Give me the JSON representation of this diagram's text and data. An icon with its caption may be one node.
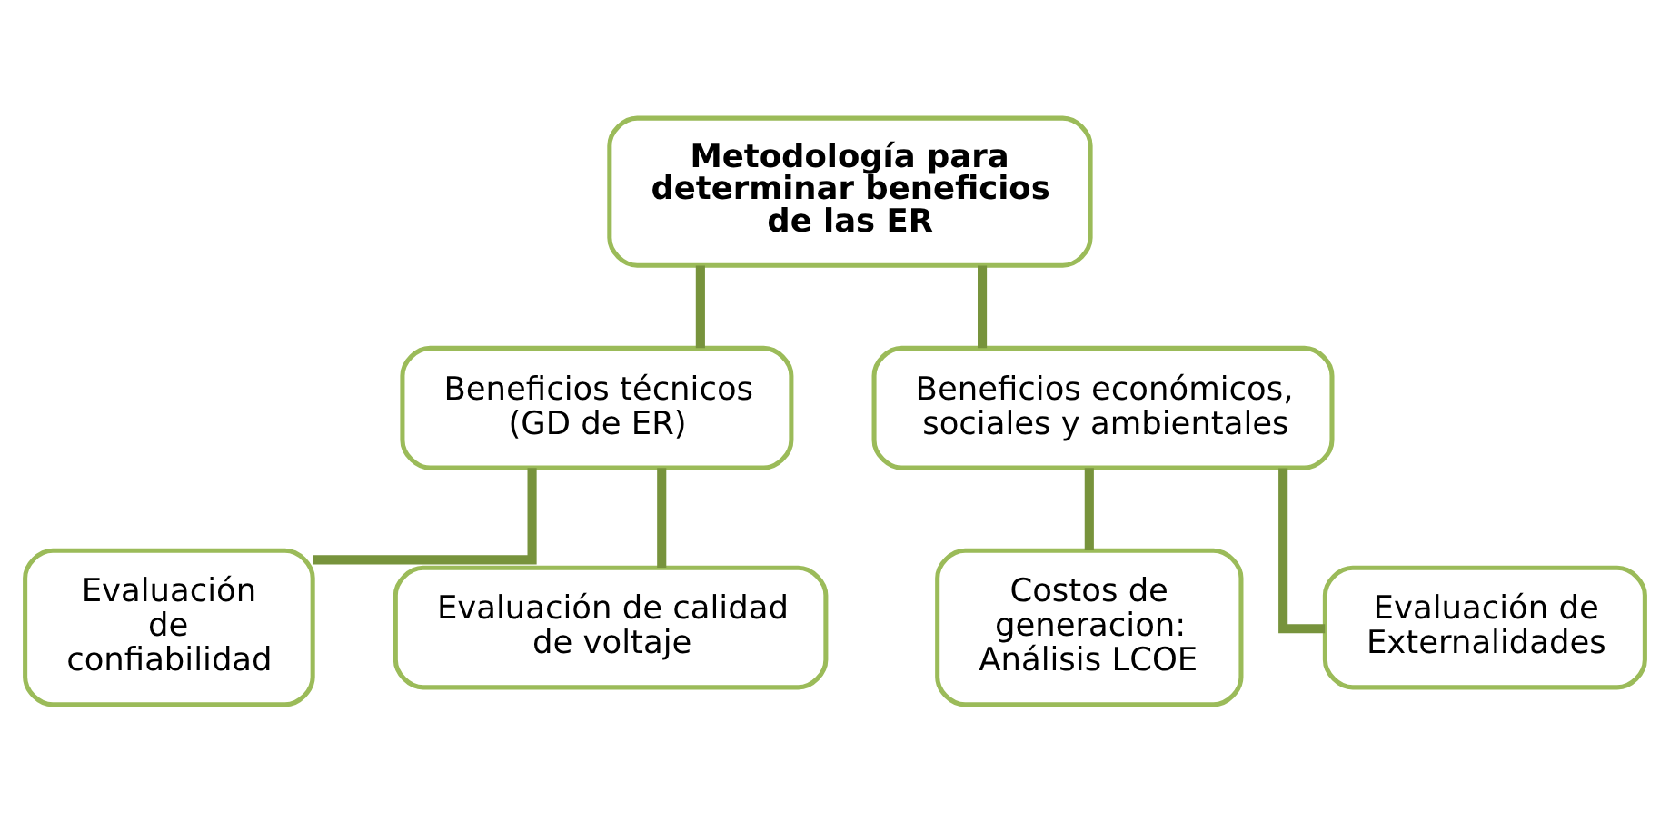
{
  "diagram": {
    "nodes": [
      {
        "text": [
          "Metodología para determinar beneficios de las ER"
        ]
      },
      {
        "text": [
          "Beneficios técnicos (GD de ER)"
        ]
      },
      {
        "text": [
          "Beneficios económicos, sociales y ambientales"
        ]
      },
      {
        "text": [
          "Evaluación de confiabilidad"
        ]
      },
      {
        "text": [
          "Evaluación de calidad de voltaje"
        ]
      },
      {
        "text": [
          "Costos de generacion: Análisis LCOE"
        ]
      },
      {
        "text": [
          "Evaluación de Externalidades"
        ]
      }
    ],
    "edges": [
      {
        "from": 0,
        "to": 1,
        "arrow": "none"
      },
      {
        "from": 0,
        "to": 2,
        "arrow": "none"
      },
      {
        "from": 1,
        "to": 3,
        "arrow": "none"
      },
      {
        "from": 1,
        "to": 4,
        "arrow": "none"
      },
      {
        "from": 2,
        "to": 5,
        "arrow": "none"
      },
      {
        "from": 2,
        "to": 6,
        "arrow": "none"
      }
    ]
  }
}
